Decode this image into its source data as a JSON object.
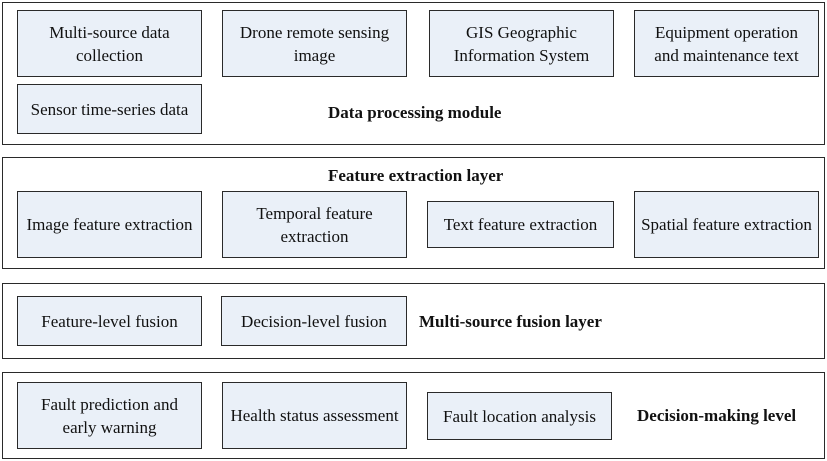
{
  "layers": {
    "data_processing": {
      "title": "Data processing module",
      "boxes": [
        "Multi-source data collection",
        "Drone remote sensing image",
        "GIS Geographic Information System",
        "Equipment operation and maintenance text",
        "Sensor time-series data"
      ]
    },
    "feature_extraction": {
      "title": "Feature extraction layer",
      "boxes": [
        "Image feature extraction",
        "Temporal feature extraction",
        "Text feature extraction",
        "Spatial feature extraction"
      ]
    },
    "multi_source_fusion": {
      "title": "Multi-source fusion layer",
      "boxes": [
        "Feature-level fusion",
        "Decision-level fusion"
      ]
    },
    "decision_making": {
      "title": "Decision-making level",
      "boxes": [
        "Fault prediction and early warning",
        "Health status assessment",
        "Fault location analysis"
      ]
    }
  },
  "colors": {
    "box_fill": "#eaf0f8",
    "border": "#2a2a2a"
  }
}
